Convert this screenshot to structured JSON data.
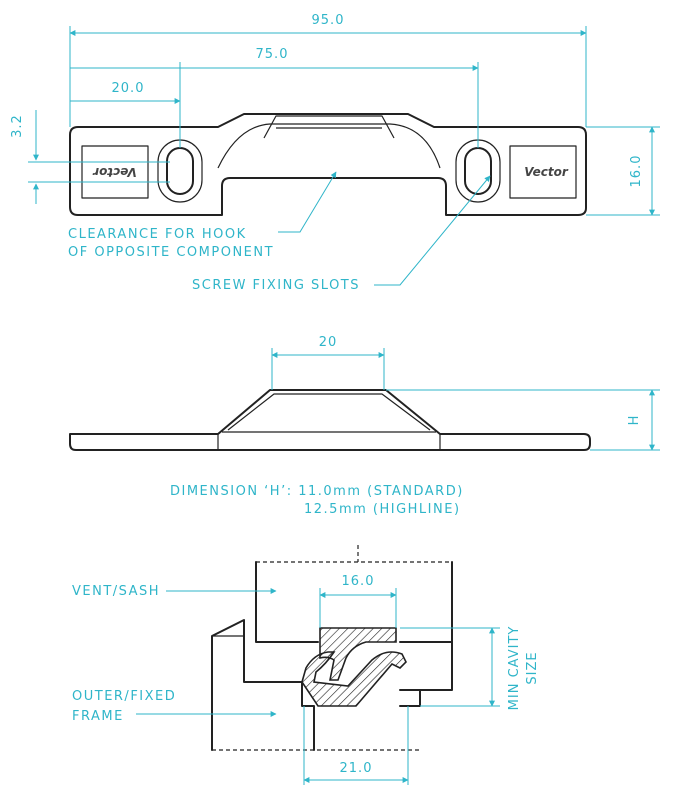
{
  "plan_view": {
    "dims": {
      "overall_length": "95.0",
      "slot_centres": "75.0",
      "edge_to_slot": "20.0",
      "offset": "3.2",
      "height": "16.0"
    },
    "logo_text": "Vector",
    "labels": {
      "clearance_line1": "CLEARANCE FOR HOOK",
      "clearance_line2": "OF OPPOSITE COMPONENT",
      "screw_slots": "SCREW FIXING SLOTS"
    }
  },
  "side_view": {
    "dims": {
      "top_width": "20",
      "height": "H"
    },
    "note_line1": "DIMENSION ‘H’: 11.0mm (STANDARD)",
    "note_line2": "12.5mm (HIGHLINE)"
  },
  "section_view": {
    "dims": {
      "top_width": "16.0",
      "bottom_width": "21.0",
      "cavity_line1": "MIN CAVITY",
      "cavity_line2": "SIZE"
    },
    "labels": {
      "vent_sash": "VENT/SASH",
      "outer_line1": "OUTER/FIXED",
      "outer_line2": "FRAME"
    }
  },
  "colors": {
    "dimension": "#2fb5c9",
    "outline": "#222222"
  }
}
